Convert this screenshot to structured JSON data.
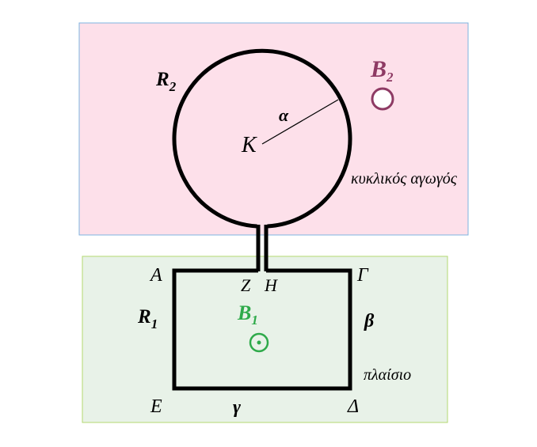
{
  "colors": {
    "upper_region_fill": "#fde0ea",
    "upper_region_border": "#7db3e0",
    "lower_region_fill": "#e8f2e8",
    "lower_region_border": "#b3d870",
    "conductor": "#000000",
    "b2_color": "#8e3a64",
    "b1_color": "#2eaa4a"
  },
  "icons": {
    "b2_symbol": "field-into-page-circle-icon",
    "b1_symbol": "field-out-of-page-dot-circle-icon"
  },
  "upper_region": {
    "field_label": "B",
    "field_subscript": "2",
    "circle_label": "R",
    "circle_subscript": "2",
    "center_label": "K",
    "radius_label": "α",
    "description": "κυκλικός αγωγός"
  },
  "lower_region": {
    "field_label": "B",
    "field_subscript": "1",
    "frame_label": "R",
    "frame_subscript": "1",
    "corner_top_left": "Α",
    "corner_top_right": "Γ",
    "corner_bottom_left": "Ε",
    "corner_bottom_right": "Δ",
    "gap_left": "Ζ",
    "gap_right": "Η",
    "side_right": "β",
    "side_bottom": "γ",
    "description": "πλαίσιο"
  }
}
